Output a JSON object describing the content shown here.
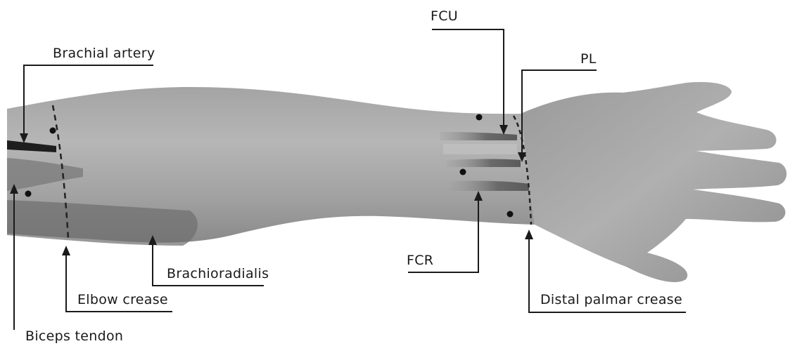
{
  "labels": {
    "brachial_artery": "Brachial artery",
    "elbow_crease": "Elbow crease",
    "brachioradialis": "Brachioradialis",
    "biceps_tendon": "Biceps tendon",
    "fcu": "FCU",
    "pl": "PL",
    "fcr": "FCR",
    "distal_palmar_crease": "Distal palmar crease"
  },
  "colors": {
    "skin_light": "#b5b5b5",
    "skin_mid": "#9c9c9c",
    "skin_dark": "#7a7a7a",
    "line": "#2a2a2a",
    "muscle": "#6a6a6a"
  }
}
